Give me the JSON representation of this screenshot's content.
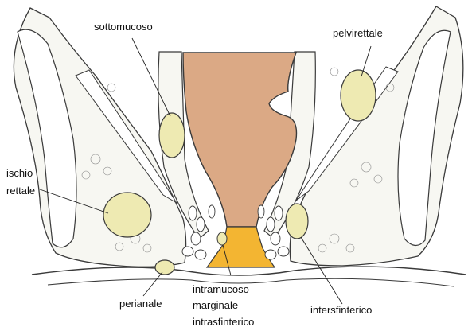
{
  "labels": {
    "sottomucoso": "sottomucoso",
    "pelvirettale": "pelvirettale",
    "ischio": "ischio",
    "rettale": "rettale",
    "perianale": "perianale",
    "intramucoso": "intramucoso",
    "marginale": "marginale",
    "intrasfinterico": "intrasfinterico",
    "intersfinterico": "intersfinterico"
  },
  "colors": {
    "rectum": "#dba985",
    "anal_canal": "#f3b532",
    "abscess": "#eeeab2",
    "fat": "#f7f7f2",
    "outline": "#3a3a3a",
    "background": "#ffffff"
  }
}
